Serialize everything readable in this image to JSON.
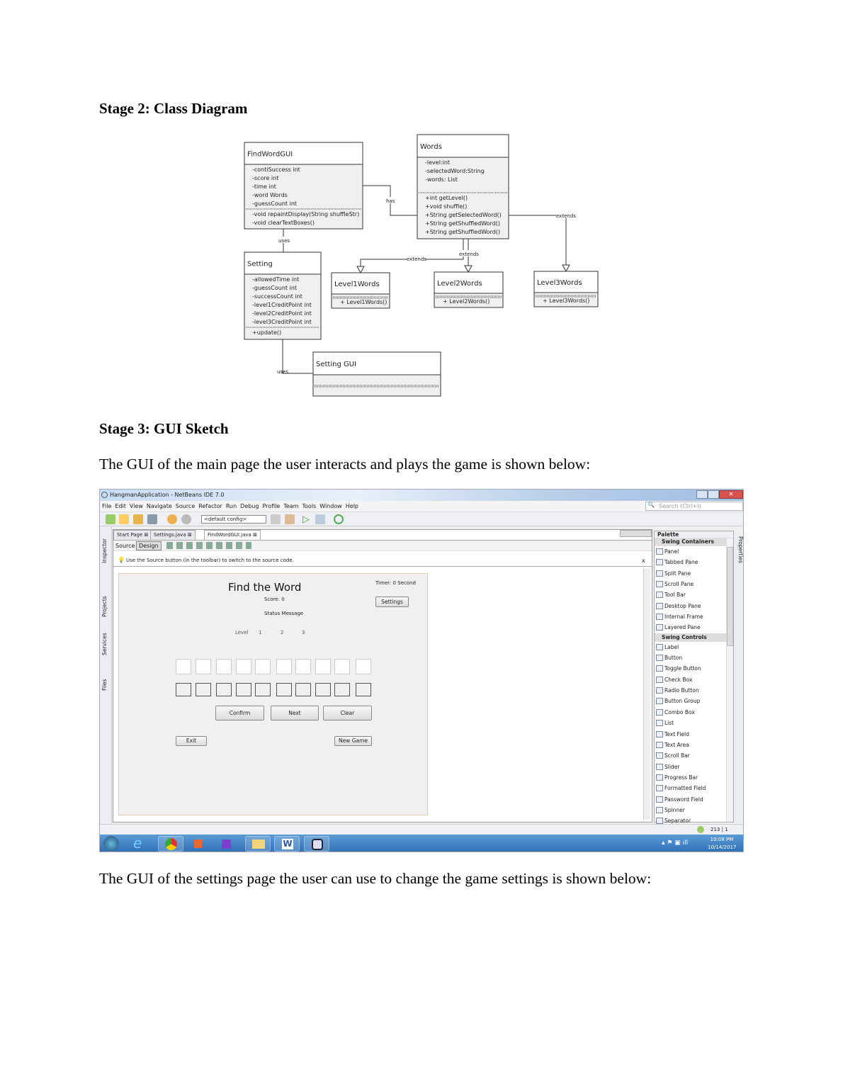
{
  "doc": {
    "stage2": "Stage 2: Class Diagram",
    "stage3": "Stage 3: GUI Sketch",
    "para1": "The GUI of the main page the user interacts and plays the game is shown below:",
    "para2": "The GUI of the settings page the user can use to change the game settings is shown below:"
  },
  "diagram": {
    "findwordgui": {
      "name": "FindWordGUI",
      "attrs": [
        "-contiSuccess int",
        "-score int",
        "-time int",
        "-word Words",
        "-guessCount int"
      ],
      "methods": [
        "-void repaintDisplay(String shuffleStr)",
        "-void clearTextBoxes()"
      ]
    },
    "words": {
      "name": "Words",
      "attrs": [
        "-level:int",
        "-selectedWord:String",
        "-words: List"
      ],
      "methods": [
        "+int getLevel()",
        "+void shuffle()",
        "+String getSelectedWord()",
        "+String getShuffledWord()",
        "+String getShuffledWord()"
      ]
    },
    "setting": {
      "name": "Setting",
      "attrs": [
        "-allowedTime int",
        "-guessCount int",
        "-successCount int",
        "-level1CreditPoint int",
        "-level2CreditPoint int",
        "-level3CreditPoint int"
      ],
      "methods": [
        "+update()"
      ]
    },
    "level1": {
      "name": "Level1Words",
      "methods": [
        "+ Level1Words()"
      ]
    },
    "level2": {
      "name": "Level2Words",
      "methods": [
        "+ Level2Words()"
      ]
    },
    "level3": {
      "name": "Level3Words",
      "methods": [
        "+ Level3Words()"
      ]
    },
    "settinggui": {
      "name": "Setting GUI"
    },
    "labels": {
      "has": "has",
      "uses1": "uses",
      "uses2": "uses",
      "extends1": "extends",
      "extends2": "extends",
      "extends3": "extends"
    }
  },
  "ide": {
    "title": "HangmanApplication - NetBeans IDE 7.0",
    "menu": [
      "File",
      "Edit",
      "View",
      "Navigate",
      "Source",
      "Refactor",
      "Run",
      "Debug",
      "Profile",
      "Team",
      "Tools",
      "Window",
      "Help"
    ],
    "search_placeholder": "Search (Ctrl+I)",
    "config": "<default config>",
    "side_tabs": [
      "Inspector",
      "Projects",
      "Services",
      "Files"
    ],
    "tabs": [
      "Start Page",
      "Settings.java",
      "FindWordGUI.java"
    ],
    "source": "Source",
    "design": "Design",
    "hint": "Use the Source button (in the toolbar) to switch to the source code.",
    "hint_close": "x",
    "form": {
      "title": "Find the Word",
      "score": "Score: 0",
      "status": "Status Message",
      "level": "Level",
      "levels": [
        "1",
        "2",
        "3"
      ],
      "timer": "Timer: 0 Second",
      "settings": "Settings",
      "confirm": "Confirm",
      "next": "Next",
      "clear": "Clear",
      "exit": "Exit",
      "new_game": "New Game"
    },
    "palette": {
      "title": "Palette",
      "properties": "Properties",
      "group1": "Swing Containers",
      "items1": [
        "Panel",
        "Tabbed Pane",
        "Split Pane",
        "Scroll Pane",
        "Tool Bar",
        "Desktop Pane",
        "Internal Frame",
        "Layered Pane"
      ],
      "group2": "Swing Controls",
      "items2": [
        "Label",
        "Button",
        "Toggle Button",
        "Check Box",
        "Radio Button",
        "Button Group",
        "Combo Box",
        "List",
        "Text Field",
        "Text Area",
        "Scroll Bar",
        "Slider",
        "Progress Bar",
        "Formatted Field",
        "Password Field",
        "Spinner",
        "Separator"
      ]
    },
    "position": "213 | 1",
    "clock_time": "10:08 PM",
    "clock_date": "10/14/2017"
  }
}
